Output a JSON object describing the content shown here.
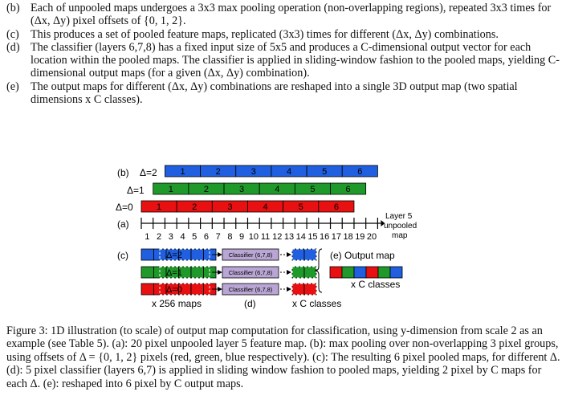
{
  "list_items": [
    {
      "label": "(b)",
      "text": "Each of unpooled maps undergoes a 3x3 max pooling operation (non-overlapping regions), repeated 3x3 times for (Δx, Δy) pixel offsets of {0, 1, 2}."
    },
    {
      "label": "(c)",
      "text": "This produces a set of pooled feature maps, replicated (3x3) times for different (Δx, Δy) combinations."
    },
    {
      "label": "(d)",
      "text": "The classifier (layers 6,7,8) has a fixed input size of 5x5 and produces a C-dimensional output vector for each location within the pooled maps. The classifier is applied in sliding-window fashion to the pooled maps, yielding C-dimensional output maps (for a given (Δx, Δy) combination)."
    },
    {
      "label": "(e)",
      "text": "The output maps for different (Δx, Δy) combinations are reshaped into a single 3D output map (two spatial dimensions x C classes)."
    }
  ],
  "figure": {
    "label_b": "(b)",
    "delta2": "Δ=2",
    "delta1": "Δ=1",
    "delta0": "Δ=0",
    "label_a": "(a)",
    "label_c": "(c)",
    "pooled_numbers": [
      "1",
      "2",
      "3",
      "4",
      "5",
      "6"
    ],
    "axis_ticks": [
      "1",
      "2",
      "3",
      "4",
      "5",
      "6",
      "7",
      "8",
      "9",
      "10",
      "11",
      "12",
      "13",
      "14",
      "15",
      "16",
      "17",
      "18",
      "19",
      "20"
    ],
    "layer5_label": [
      "Layer 5",
      "unpooled",
      "map"
    ],
    "c_deltas": [
      "Δ=2",
      "Δ=1",
      "Δ=0"
    ],
    "classifier_label": "Classifier (6,7,8)",
    "x256": "x 256 maps",
    "label_d": "(d)",
    "xc_classes": "x C classes",
    "output_map_label": "(e)  Output map",
    "output_xc": "x C classes",
    "colors": {
      "blue": "#1f5fe0",
      "green": "#1f9a2a",
      "red": "#e81010",
      "classifier": "#b9a6d4"
    }
  },
  "caption": "Figure 3: 1D illustration (to scale) of output map computation for classification, using y-dimension from scale 2 as an example (see Table 5). (a): 20 pixel unpooled layer 5 feature map. (b): max pooling over non-overlapping 3 pixel groups, using offsets of Δ = {0, 1, 2} pixels (red, green, blue respectively). (c): The resulting 6 pixel pooled maps, for different Δ. (d): 5 pixel classifier (layers 6,7) is applied in sliding window fashion to pooled maps, yielding 2 pixel by C maps for each Δ. (e): reshaped into 6 pixel by C output maps."
}
